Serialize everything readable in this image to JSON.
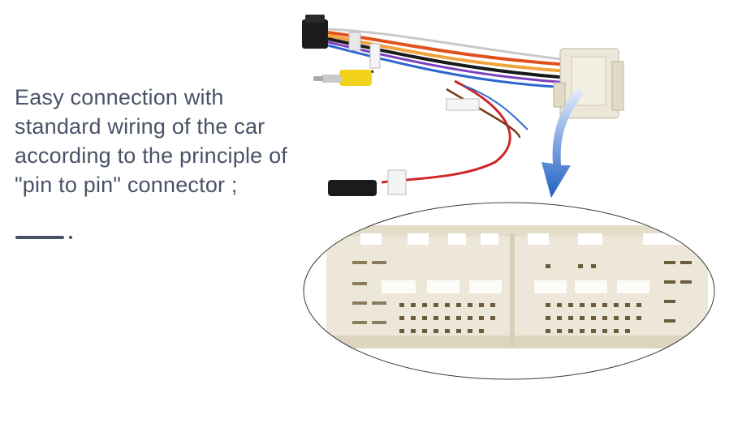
{
  "headline": {
    "lines": [
      "Easy connection with",
      "standard wiring of the car",
      "according to the principle of",
      "\"pin to pin\" connector ;"
    ]
  },
  "colors": {
    "text": "#4a5268",
    "arrow": "#1f5fc4",
    "connector": "#ece7d8",
    "rca_yellow": "#f2d21a"
  },
  "icons": {
    "arrow": "curved-down-arrow-icon",
    "dot": "accent-dot"
  }
}
